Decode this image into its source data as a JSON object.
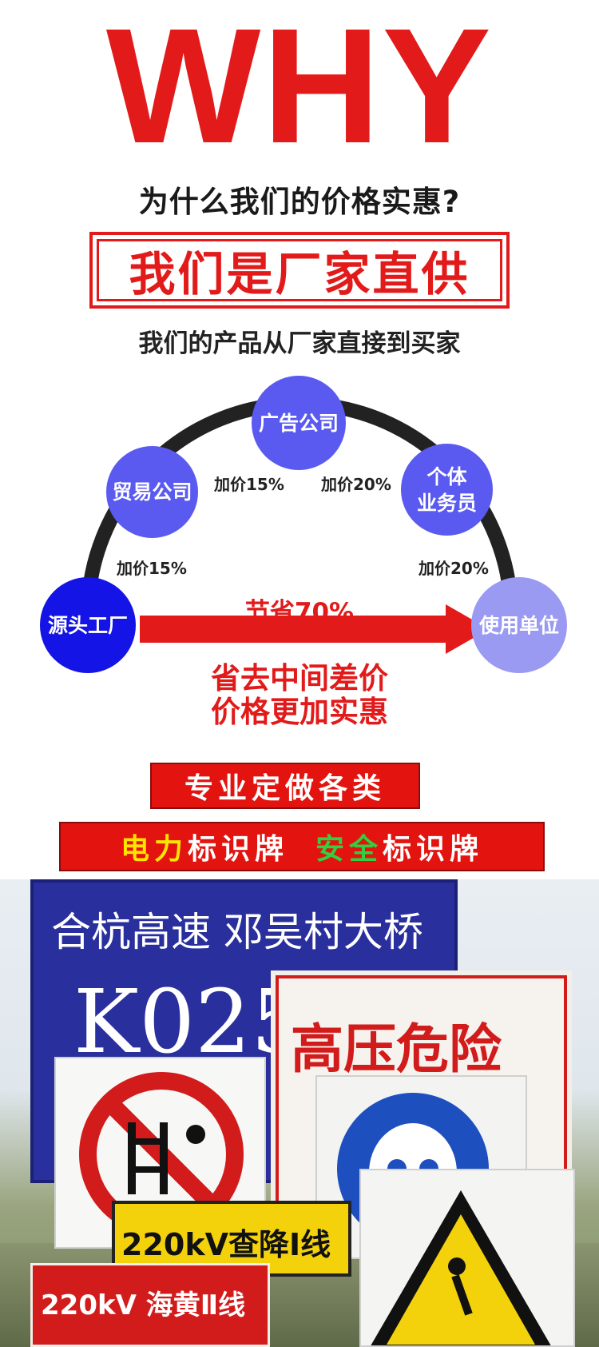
{
  "header": {
    "why": "WHY",
    "question": "为什么我们的价格实惠?",
    "box_title": "我们是厂家直供",
    "subtitle": "我们的产品从厂家直接到买家"
  },
  "diagram": {
    "nodes": {
      "source": "源头工厂",
      "trade": "贸易公司",
      "ad": "广告公司",
      "individual_line1": "个体",
      "individual_line2": "业务员",
      "user": "使用单位"
    },
    "markups": {
      "left_low": "加价15%",
      "left_high": "加价15%",
      "right_high": "加价20%",
      "right_low": "加价20%"
    },
    "save_label": "节省70%",
    "slogan_line1": "省去中间差价",
    "slogan_line2": "价格更加实惠"
  },
  "banners": {
    "custom": "专业定做各类",
    "power_word": "电力",
    "sign_word_1": "标识牌",
    "safety_word": "安全",
    "sign_word_2": "标识牌"
  },
  "photo": {
    "blue_sign_line1": "合杭高速  邓吴村大桥",
    "blue_sign_line2": "K025+",
    "danger_sign": "高压危险",
    "yellow_plate": "220kV查降Ⅰ线",
    "red_plate": "220kV 海黄Ⅱ线"
  },
  "colors": {
    "red": "#e21a1a",
    "arc": "#222222",
    "source_node": "#1414e6",
    "mid_node": "#5a5af0",
    "user_node": "#9a9af2",
    "sign_blue": "#2a2f9e",
    "plate_yellow": "#f3d20c"
  }
}
